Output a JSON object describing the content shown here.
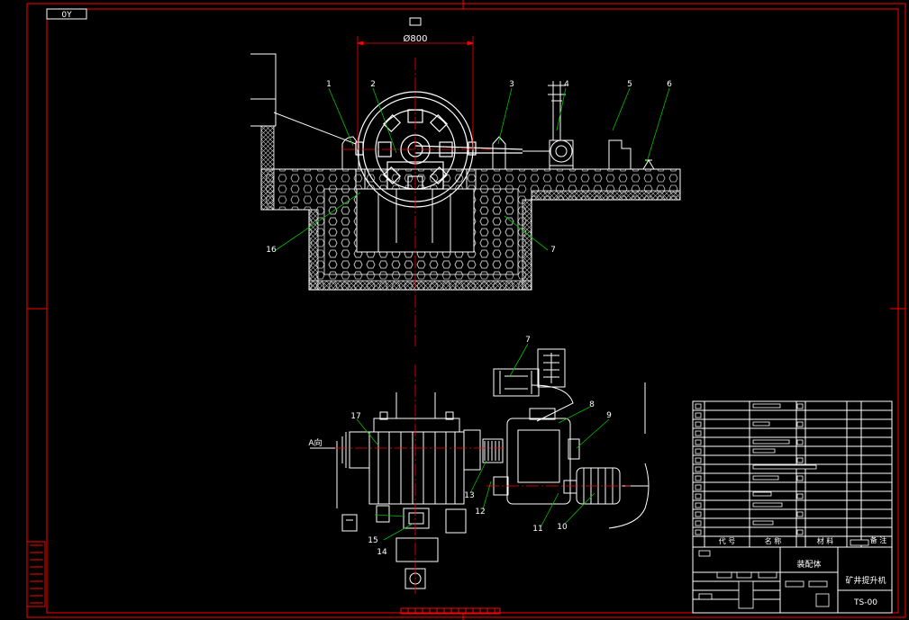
{
  "sheet": {
    "corner_tag": "0Y",
    "diameter_label": "Ø800"
  },
  "callouts": [
    "1",
    "2",
    "3",
    "4",
    "5",
    "6",
    "7",
    "16",
    "7",
    "8",
    "9",
    "10",
    "11",
    "12",
    "13",
    "14",
    "15",
    "17"
  ],
  "view_label": "A向",
  "title_block": {
    "header_cols": [
      "代 号",
      "名 称",
      "材 料",
      "备 注"
    ],
    "assembly_label": "装配体",
    "drawing_name": "矿井提升机",
    "drawing_number": "TS-00"
  },
  "colors": {
    "frame": "#ff0000",
    "lines": "#ffffff",
    "leaders": "#00c000",
    "centerline": "#ff0000",
    "hatch": "#c8c8c8"
  }
}
